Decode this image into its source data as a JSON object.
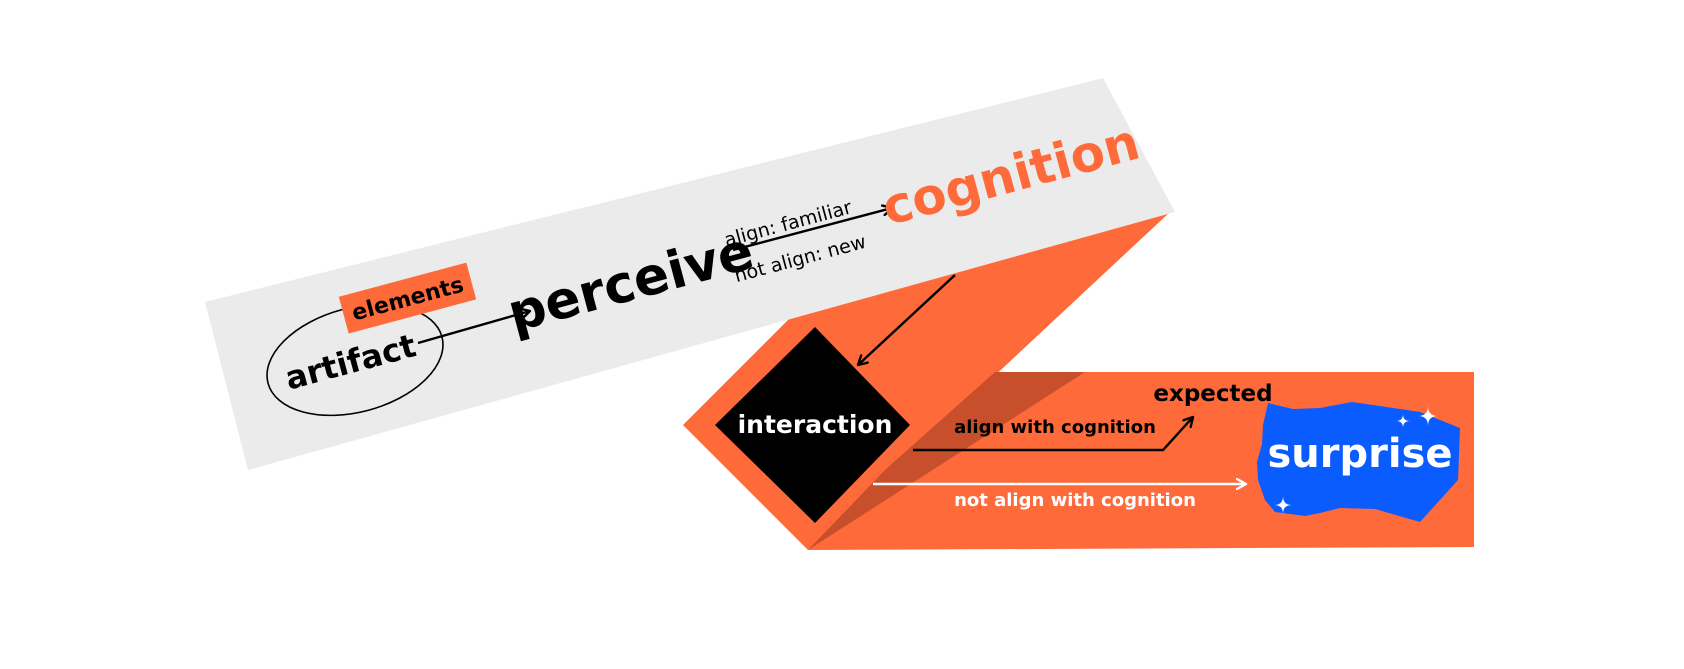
{
  "colors": {
    "orange": "#ff6a3a",
    "orange_dark": "#c84f2c",
    "band_gray": "#ebebeb",
    "black": "#000000",
    "white": "#ffffff",
    "blue": "#0a5cff"
  },
  "labels": {
    "artifact": "artifact",
    "elements": "elements",
    "perceive": "perceive",
    "align_familiar": "align: familiar",
    "not_align_new": "not align: new",
    "cognition": "cognition",
    "interaction": "interaction",
    "align_with_cognition": "align with cognition",
    "expected": "expected",
    "not_align_with_cognition": "not align with cognition",
    "surprise": "surprise"
  },
  "icons": {
    "arrow": "arrow-icon",
    "sparkle": "sparkle-icon"
  }
}
